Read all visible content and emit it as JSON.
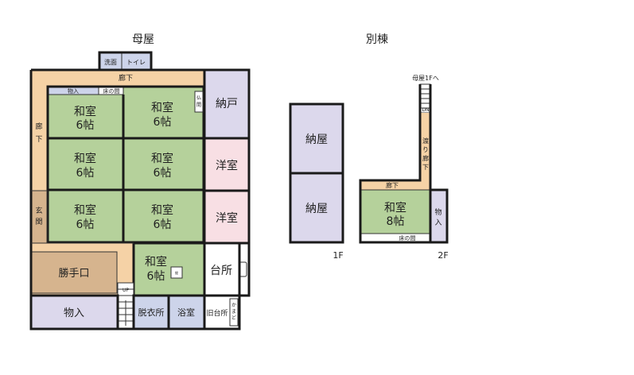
{
  "titles": {
    "main": "母屋",
    "annex": "別棟"
  },
  "floors": {
    "f1": "1F",
    "f2": "2F"
  },
  "colors": {
    "washitsu": "#b5d19b",
    "corridor": "#f5d2a6",
    "nando": "#dcd8ec",
    "youshitsu": "#f8dfe4",
    "kattegu": "#d6b48e",
    "utility": "#cdd4ea",
    "white": "#ffffff"
  },
  "main": {
    "senmen": "洗面",
    "toilet": "トイレ",
    "rouka_top": "廊下",
    "rouka_left": "廊下",
    "monoire_strip": "物入",
    "tokonoma_strip": "床の間",
    "butsuma": "仏間",
    "nando": "納戸",
    "r1_name": "和室",
    "r1_size": "6帖",
    "r2_name": "和室",
    "r2_size": "6帖",
    "r3_name": "和室",
    "r3_size": "6帖",
    "r4_name": "和室",
    "r4_size": "6帖",
    "r5_name": "和室",
    "r5_size": "6帖",
    "r6_name": "和室",
    "r6_size": "6帖",
    "r7_name": "和室",
    "r7_size": "6帖",
    "youshitsu1": "洋室",
    "youshitsu2": "洋室",
    "genkan": "玄関",
    "kattegu": "勝手口",
    "daidokoro": "台所",
    "monoire": "物入",
    "up": "UP",
    "datsuijo": "脱衣所",
    "yokushitsu": "浴室",
    "kyuudaidokoro": "旧台所",
    "kamado": "かまど",
    "symbol": "掘\nごたつ"
  },
  "annex": {
    "nayaTop": "納屋",
    "nayaBottom": "納屋",
    "to_main": "母屋1Fへ",
    "dn": "DN",
    "watari": "渡り廊下",
    "rouka": "廊下",
    "room_name": "和室",
    "room_size": "8帖",
    "monoire": "物入",
    "tokonoma": "床の間"
  }
}
